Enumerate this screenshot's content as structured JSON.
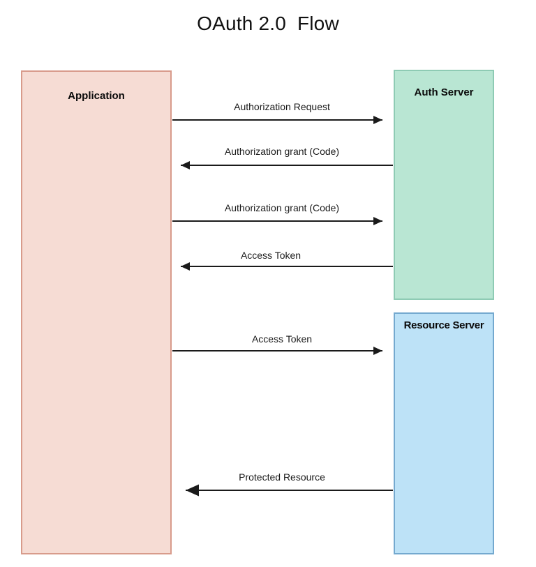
{
  "title": "OAuth 2.0  Flow",
  "lanes": [
    {
      "id": "application",
      "label": "Application",
      "fill": "#f6dcd4",
      "stroke": "#d89b8b"
    },
    {
      "id": "auth-server",
      "label": "Auth Server",
      "fill": "#b9e6d3",
      "stroke": "#8ecbb4"
    },
    {
      "id": "resource-server",
      "label": "Resource Server",
      "fill": "#bde2f7",
      "stroke": "#74a9cf"
    }
  ],
  "messages": [
    {
      "index": 1,
      "label": "Authorization Request",
      "from": "application",
      "to": "auth-server",
      "direction": "right"
    },
    {
      "index": 2,
      "label": "Authorization grant (Code)",
      "from": "auth-server",
      "to": "application",
      "direction": "left"
    },
    {
      "index": 3,
      "label": "Authorization grant (Code)",
      "from": "application",
      "to": "auth-server",
      "direction": "right"
    },
    {
      "index": 4,
      "label": "Access Token",
      "from": "auth-server",
      "to": "application",
      "direction": "left"
    },
    {
      "index": 5,
      "label": "Access Token",
      "from": "application",
      "to": "resource-server",
      "direction": "right"
    },
    {
      "index": 6,
      "label": "Protected Resource",
      "from": "resource-server",
      "to": "application",
      "direction": "left"
    }
  ],
  "colors": {
    "arrow": "#1a1a1a",
    "background": "#ffffff",
    "text": "#111111"
  }
}
